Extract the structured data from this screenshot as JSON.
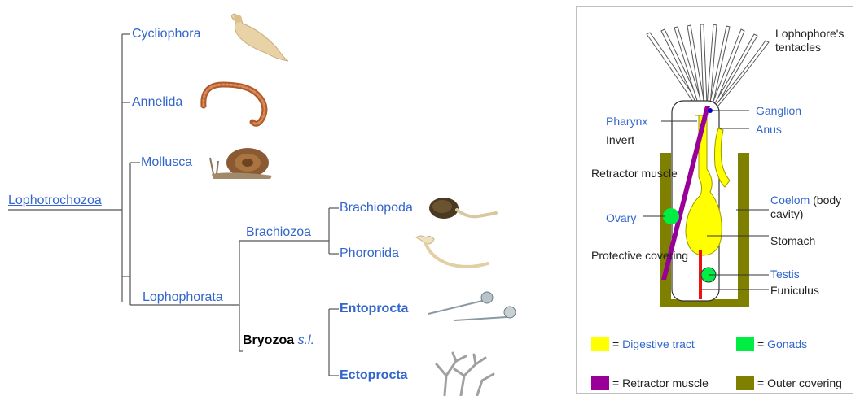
{
  "tree": {
    "root": "Lophotrochozoa",
    "cycliophora": "Cycliophora",
    "annelida": "Annelida",
    "mollusca": "Mollusca",
    "lophophorata": "Lophophorata",
    "brachiozoa": "Brachiozoa",
    "brachiopoda": "Brachiopoda",
    "phoronida": "Phoronida",
    "bryozoa": "Bryozoa",
    "bryozoa_suffix": "s.l.",
    "entoprocta": "Entoprocta",
    "ectoprocta": "Ectoprocta"
  },
  "diagram": {
    "tentacles": [
      "Lophophore's",
      "tentacles"
    ],
    "pharynx": "Pharynx",
    "invert": "Invert",
    "retractor_label": "Retractor muscle",
    "ovary": "Ovary",
    "protective": "Protective covering",
    "ganglion": "Ganglion",
    "anus": "Anus",
    "coelom": "Coelom",
    "coelom_extra": "(body",
    "coelom_extra2": "cavity)",
    "stomach": "Stomach",
    "testis": "Testis",
    "funiculus": "Funiculus",
    "legend": [
      {
        "label": "Digestive tract",
        "color": "#ffff00",
        "link": true
      },
      {
        "label": "Gonads",
        "color": "#00ee44",
        "link": true
      },
      {
        "label": "Retractor muscle",
        "color": "#990099",
        "link": false
      },
      {
        "label": "Outer covering",
        "color": "#808000",
        "link": false
      }
    ],
    "equals": "= "
  },
  "colors": {
    "link": "#3366cc",
    "digestive": "#ffff00",
    "gonad": "#00ee44",
    "retractor": "#990099",
    "outer": "#808000",
    "funiculus": "#ee1111"
  }
}
